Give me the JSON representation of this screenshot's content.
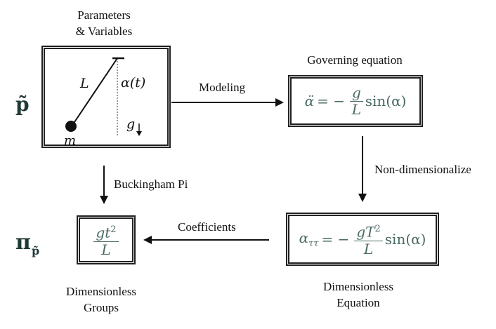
{
  "captions": {
    "params_line1": "Parameters",
    "params_line2": "& Variables",
    "governing": "Governing equation",
    "dimless_groups_line1": "Dimensionless",
    "dimless_groups_line2": "Groups",
    "dimless_eq_line1": "Dimensionless",
    "dimless_eq_line2": "Equation"
  },
  "side_symbols": {
    "p_tilde": "p̃",
    "pi": "π",
    "pi_sub": "p̃"
  },
  "arrow_labels": {
    "modeling": "Modeling",
    "non_dimensionalize": "Non-dimensionalize",
    "buckingham": "Buckingham Pi",
    "coefficients": "Coefficients"
  },
  "pendulum": {
    "length_label": "L",
    "angle_label": "α(t)",
    "gravity_label": "g",
    "mass_label": "m"
  },
  "equations": {
    "governing": {
      "lhs": "α̈",
      "op": "= −",
      "num": "g",
      "den": "L",
      "tail": "sin(α)"
    },
    "dimensionless": {
      "lhs": "α",
      "lhs_sub": "ττ",
      "op": "= −",
      "num_base": "gT",
      "num_exp": "2",
      "den": "L",
      "tail": "sin(α)"
    },
    "group": {
      "num_base": "gt",
      "num_exp": "2",
      "den": "L"
    }
  },
  "colors": {
    "line": "#111111",
    "math": "#4a6a64",
    "math_dark": "#1f3a36"
  }
}
